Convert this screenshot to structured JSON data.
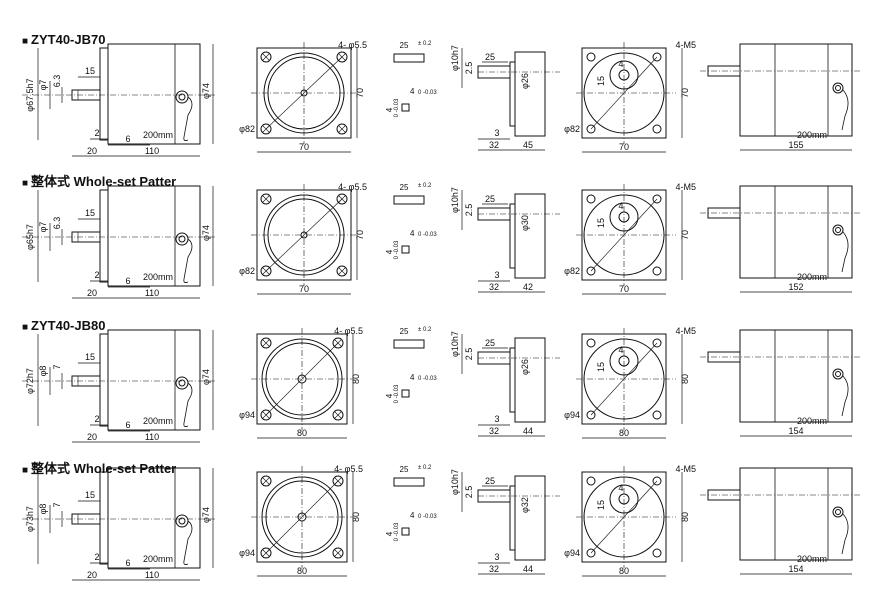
{
  "sections": [
    {
      "title": "ZYT40-JB70",
      "front_square": "70",
      "front_diag": "φ82",
      "front_holes": "4- φ5.5",
      "key_len": "25",
      "key_len_tol": "± 0.2",
      "key_w": "4",
      "key_w_tol": "0 -0.03",
      "key_h": "4",
      "key_h_tol": "0 -0.03",
      "side": {
        "d_flange": "φ67.5h7",
        "d_shaft": "φ7",
        "flat": "6.3",
        "shaft_len": "15",
        "d_body": "φ74",
        "lead": "200mm",
        "a": "2",
        "b": "6",
        "c": "20",
        "body_len": "110"
      },
      "gear_side": {
        "d_shaft": "φ10h7",
        "key_len": "25",
        "key_off": "2.5",
        "boss": "φ26",
        "step": "3",
        "a": "32",
        "b": "45"
      },
      "gear_front": {
        "holes": "4-M5",
        "key_w": "4",
        "key_h": "15",
        "diag": "φ82",
        "square": "70",
        "square_v": "70"
      },
      "gear_top": {
        "lead": "200mm",
        "total": "155"
      }
    },
    {
      "title": "整体式 Whole-set Patter",
      "front_square": "70",
      "front_diag": "φ82",
      "front_holes": "4- φ5.5",
      "key_len": "25",
      "key_len_tol": "± 0.2",
      "key_w": "4",
      "key_w_tol": "0 -0.03",
      "key_h": "4",
      "key_h_tol": "0 -0.03",
      "side": {
        "d_flange": "φ65h7",
        "d_shaft": "φ7",
        "flat": "6.3",
        "shaft_len": "15",
        "d_body": "φ74",
        "lead": "200mm",
        "a": "2",
        "b": "6",
        "c": "20",
        "body_len": "110"
      },
      "gear_side": {
        "d_shaft": "φ10h7",
        "key_len": "25",
        "key_off": "2.5",
        "boss": "φ30",
        "step": "3",
        "a": "32",
        "b": "42"
      },
      "gear_front": {
        "holes": "4-M5",
        "key_w": "4",
        "key_h": "15",
        "diag": "φ82",
        "square": "70",
        "square_v": "70"
      },
      "gear_top": {
        "lead": "200mm",
        "total": "152"
      }
    },
    {
      "title": "ZYT40-JB80",
      "front_square": "80",
      "front_diag": "φ94",
      "front_holes": "4- φ5.5",
      "key_len": "25",
      "key_len_tol": "± 0.2",
      "key_w": "4",
      "key_w_tol": "0 -0.03",
      "key_h": "4",
      "key_h_tol": "0 -0.03",
      "side": {
        "d_flange": "φ72h7",
        "d_shaft": "φ8",
        "flat": "7",
        "shaft_len": "15",
        "d_body": "φ74",
        "lead": "200mm",
        "a": "2",
        "b": "6",
        "c": "20",
        "body_len": "110"
      },
      "gear_side": {
        "d_shaft": "φ10h7",
        "key_len": "25",
        "key_off": "2.5",
        "boss": "φ26",
        "step": "3",
        "a": "32",
        "b": "44"
      },
      "gear_front": {
        "holes": "4-M5",
        "key_w": "4",
        "key_h": "15",
        "diag": "φ94",
        "square": "80",
        "square_v": "80"
      },
      "gear_top": {
        "lead": "200mm",
        "total": "154"
      }
    },
    {
      "title": "整体式 Whole-set Patter",
      "front_square": "80",
      "front_diag": "φ94",
      "front_holes": "4- φ5.5",
      "key_len": "25",
      "key_len_tol": "± 0.2",
      "key_w": "4",
      "key_w_tol": "0 -0.03",
      "key_h": "4",
      "key_h_tol": "0 -0.03",
      "side": {
        "d_flange": "φ73h7",
        "d_shaft": "φ8",
        "flat": "7",
        "shaft_len": "15",
        "d_body": "φ74",
        "lead": "200mm",
        "a": "2",
        "b": "6",
        "c": "20",
        "body_len": "110"
      },
      "gear_side": {
        "d_shaft": "φ10h7",
        "key_len": "25",
        "key_off": "2.5",
        "boss": "φ32",
        "step": "3",
        "a": "32",
        "b": "44"
      },
      "gear_front": {
        "holes": "4-M5",
        "key_w": "4",
        "key_h": "15",
        "diag": "φ94",
        "square": "80",
        "square_v": "80"
      },
      "gear_top": {
        "lead": "200mm",
        "total": "154"
      }
    }
  ]
}
